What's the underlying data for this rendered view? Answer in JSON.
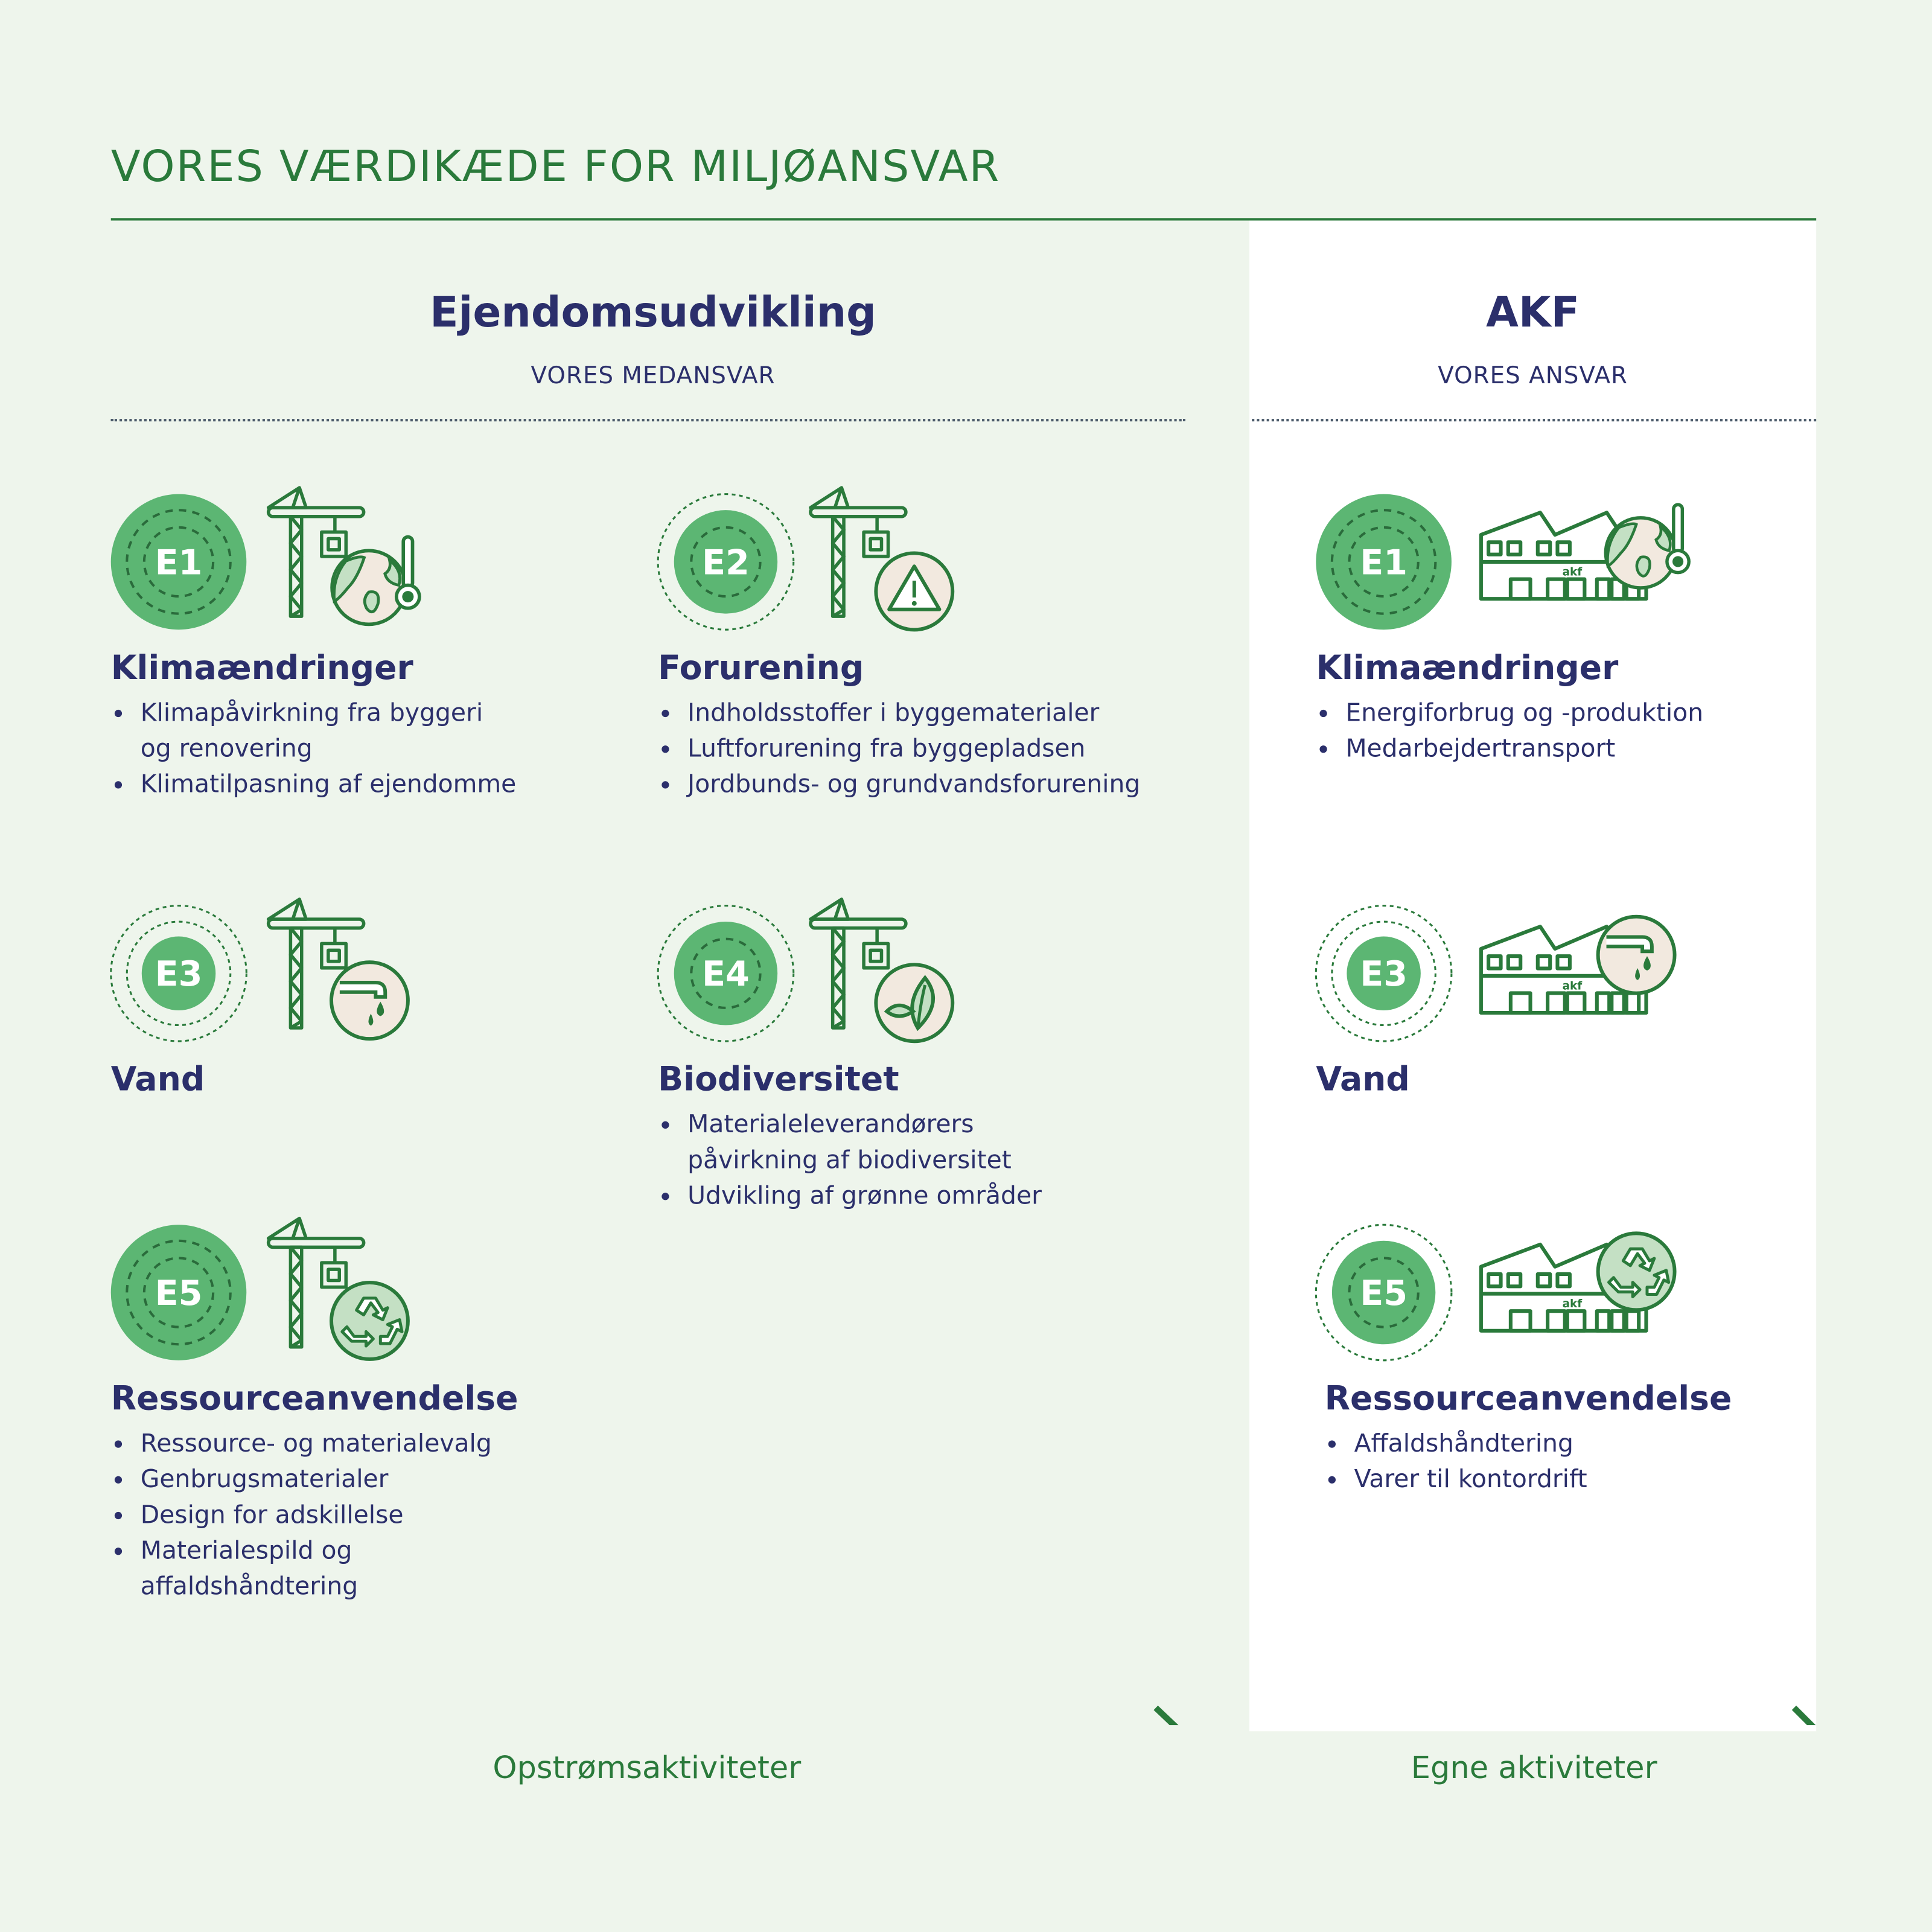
{
  "title": "VORES VÆRDIKÆDE FOR MILJØANSVAR",
  "columns": {
    "left": {
      "heading": "Ejendomsudvikling",
      "sub": "VORES MEDANSVAR",
      "arrow_label": "Opstrømsaktiviteter"
    },
    "right": {
      "heading": "AKF",
      "sub": "VORES ANSVAR",
      "arrow_label": "Egne aktiviteter"
    }
  },
  "left_items": [
    {
      "code": "E1",
      "name": "Klimaændringer",
      "bullets": [
        "Klimapåvirkning fra byggeri og renovering",
        "Klimatilpasning af ejendomme"
      ]
    },
    {
      "code": "E2",
      "name": "Forurening",
      "bullets": [
        "Indholdsstoffer i byggematerialer",
        "Luftforurening fra byggepladsen",
        "Jordbunds- og grundvandsforurening"
      ]
    },
    {
      "code": "E3",
      "name": "Vand",
      "bullets": []
    },
    {
      "code": "E4",
      "name": "Biodiversitet",
      "bullets": [
        "Materialeleverandørers påvirkning af biodiversitet",
        "Udvikling af grønne områder"
      ]
    },
    {
      "code": "E5",
      "name": "Ressourceanvendelse",
      "bullets": [
        "Ressource- og materialevalg",
        "Genbrugsmaterialer",
        "Design for adskillelse",
        "Materialespild og affaldshåndtering"
      ]
    }
  ],
  "right_items": [
    {
      "code": "E1",
      "name": "Klimaændringer",
      "bullets": [
        "Energiforbrug og -produktion",
        "Medarbejdertransport"
      ]
    },
    {
      "code": "E3",
      "name": "Vand",
      "bullets": []
    },
    {
      "code": "E5",
      "name": "Ressourceanvendelse",
      "bullets": [
        "Affaldshåndtering",
        "Varer til kontordrift"
      ]
    }
  ],
  "factory_sign": "akf",
  "colors": {
    "bg": "#eef5ec",
    "green": "#2a7a3b",
    "badge": "#5cb673",
    "navy": "#2b2f6b",
    "light_green": "#c4e0c4",
    "beige": "#f2e9df"
  }
}
